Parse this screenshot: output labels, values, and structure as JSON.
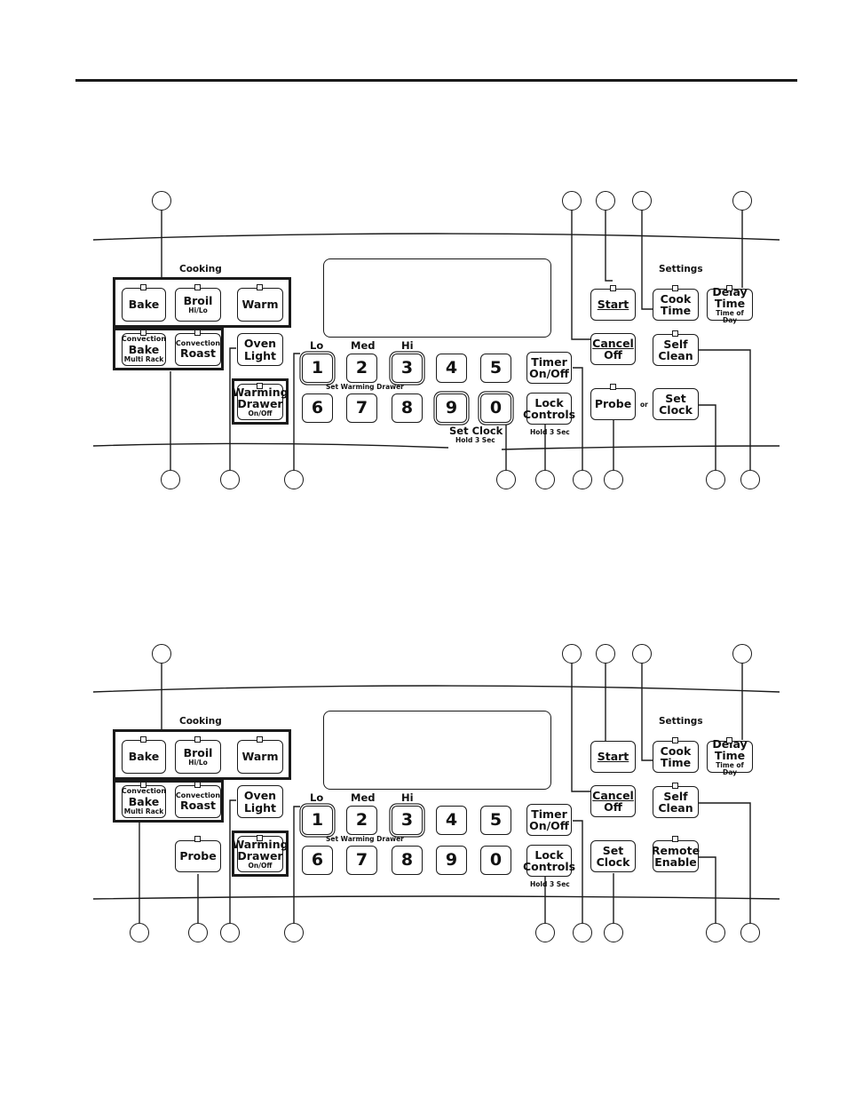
{
  "panel1": {
    "cooking_label": "Cooking",
    "settings_label": "Settings",
    "bake": "Bake",
    "broil": "Broil",
    "broil_sub": "Hi/Lo",
    "warm": "Warm",
    "conv_bake_top": "Convection",
    "conv_bake": "Bake",
    "conv_bake_sub": "Multi Rack",
    "conv_roast_top": "Convection",
    "conv_roast": "Roast",
    "oven_light_1": "Oven",
    "oven_light_2": "Light",
    "warming_1": "Warming",
    "warming_2": "Drawer",
    "warming_sub": "On/Off",
    "lo": "Lo",
    "med": "Med",
    "hi": "Hi",
    "set_warming": "Set Warming Drawer",
    "keys_row1": [
      "1",
      "2",
      "3",
      "4",
      "5"
    ],
    "keys_row2": [
      "6",
      "7",
      "8",
      "9",
      "0"
    ],
    "set_clock": "Set Clock",
    "set_clock_sub": "Hold 3 Sec",
    "timer_1": "Timer",
    "timer_2": "On/Off",
    "lock_1": "Lock",
    "lock_2": "Controls",
    "lock_sub": "Hold 3 Sec",
    "start": "Start",
    "cancel": "Cancel",
    "off": "Off",
    "probe": "Probe",
    "or": "or",
    "cook_time_1": "Cook",
    "cook_time_2": "Time",
    "delay_1": "Delay",
    "delay_2": "Time",
    "delay_sub": "Time of Day",
    "self_clean_1": "Self",
    "self_clean_2": "Clean",
    "set_clock_btn_1": "Set",
    "set_clock_btn_2": "Clock"
  },
  "panel2": {
    "cooking_label": "Cooking",
    "settings_label": "Settings",
    "bake": "Bake",
    "broil": "Broil",
    "broil_sub": "Hi/Lo",
    "warm": "Warm",
    "conv_bake_top": "Convection",
    "conv_bake": "Bake",
    "conv_bake_sub": "Multi Rack",
    "conv_roast_top": "Convection",
    "conv_roast": "Roast",
    "oven_light_1": "Oven",
    "oven_light_2": "Light",
    "probe": "Probe",
    "warming_1": "Warming",
    "warming_2": "Drawer",
    "warming_sub": "On/Off",
    "lo": "Lo",
    "med": "Med",
    "hi": "Hi",
    "set_warming": "Set Warming Drawer",
    "keys_row1": [
      "1",
      "2",
      "3",
      "4",
      "5"
    ],
    "keys_row2": [
      "6",
      "7",
      "8",
      "9",
      "0"
    ],
    "timer_1": "Timer",
    "timer_2": "On/Off",
    "lock_1": "Lock",
    "lock_2": "Controls",
    "lock_sub": "Hold 3 Sec",
    "start": "Start",
    "cancel": "Cancel",
    "off": "Off",
    "set_clock_btn_1": "Set",
    "set_clock_btn_2": "Clock",
    "cook_time_1": "Cook",
    "cook_time_2": "Time",
    "delay_1": "Delay",
    "delay_2": "Time",
    "delay_sub": "Time of Day",
    "self_clean_1": "Self",
    "self_clean_2": "Clean",
    "remote_1": "Remote",
    "remote_2": "Enable"
  }
}
